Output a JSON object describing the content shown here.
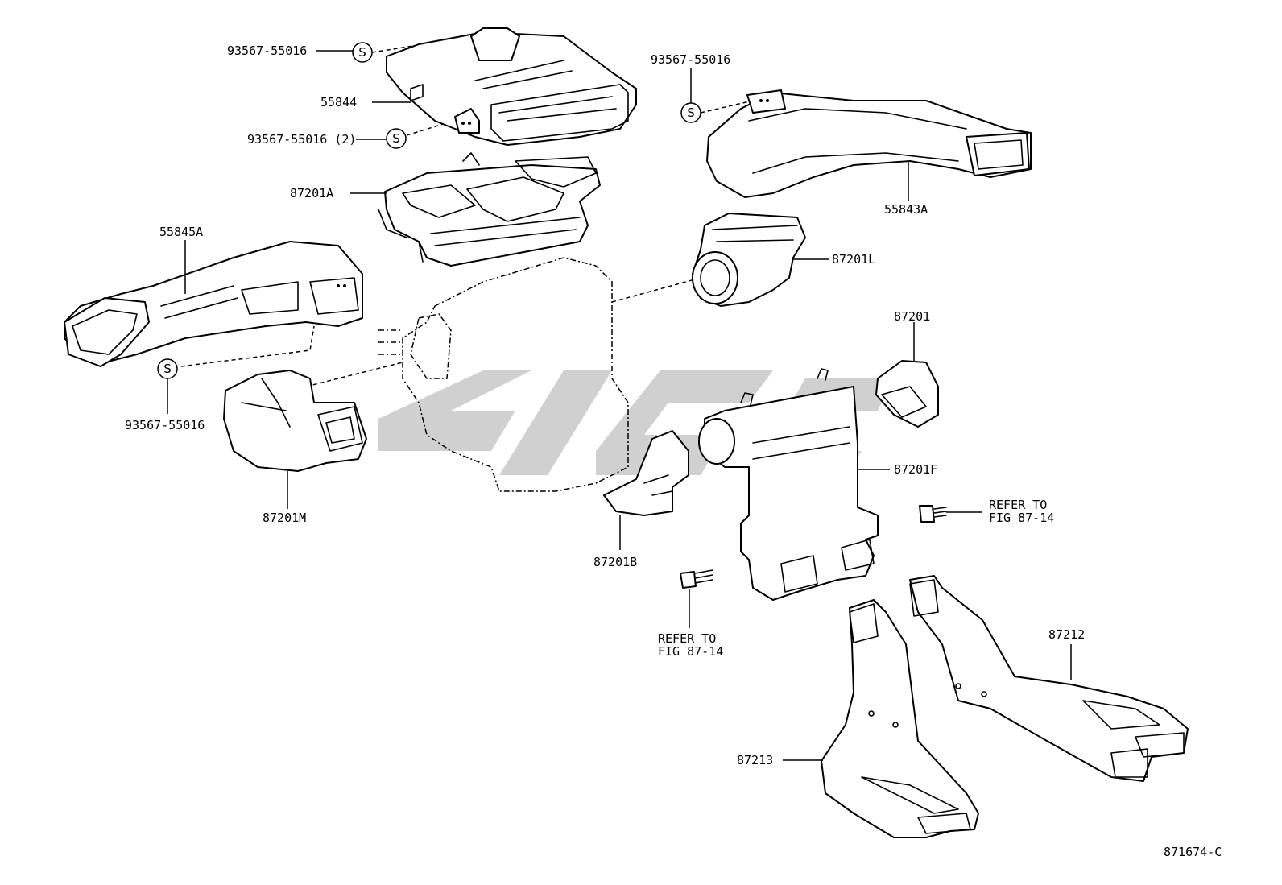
{
  "diagram": {
    "figure_id": "871674-C",
    "part_labels": {
      "p93567_a": "93567-55016",
      "p55844": "55844",
      "p93567_2": "93567-55016 (2)",
      "p87201A": "87201A",
      "p93567_b": "93567-55016",
      "p55843A": "55843A",
      "p55845A": "55845A",
      "p87201L": "87201L",
      "p93567_c": "93567-55016",
      "p87201": "87201",
      "p87201M": "87201M",
      "p87201F": "87201F",
      "p87201B": "87201B",
      "p87212": "87212",
      "p87213": "87213"
    },
    "refer_right": {
      "line1": "REFER TO",
      "line2": "FIG 87-14"
    },
    "refer_left": {
      "line1": "REFER TO",
      "line2": "FIG 87-14"
    },
    "screw_symbol": "S"
  }
}
